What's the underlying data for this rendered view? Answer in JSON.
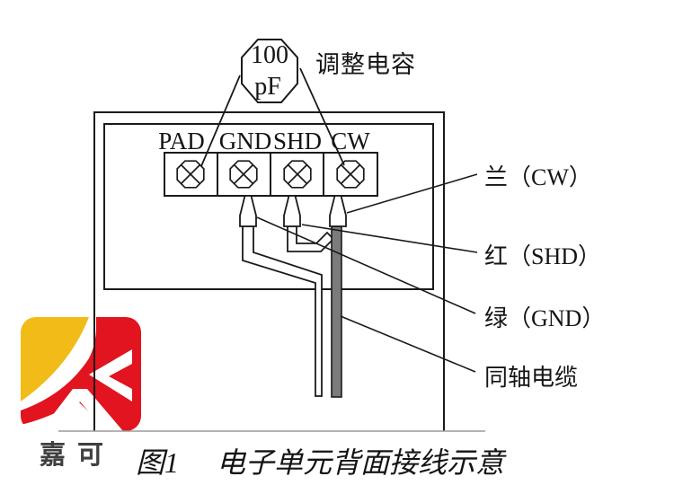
{
  "figure": {
    "capacitor": {
      "value_top": "100",
      "value_bottom": "pF",
      "label": "调整电容"
    },
    "terminal_labels": [
      "PAD",
      "GND",
      "SHD",
      "CW"
    ],
    "wire_labels": {
      "cw": "兰（CW）",
      "shd": "红（SHD）",
      "gnd": "绿（GND）",
      "coax": "同轴电缆"
    },
    "caption": {
      "number": "图1",
      "title": "电子单元背面接线示意"
    }
  },
  "logo": {
    "text": "嘉可",
    "yellow": "#f1bc17",
    "red": "#e11420",
    "text_color": "#3f3f3f"
  },
  "colors": {
    "line": "#1a1a1a",
    "coax_fill": "#7b7b7b",
    "bottom_rule": "#9c9c9c",
    "wire_fill": "#ffffff",
    "background": "#ffffff"
  }
}
